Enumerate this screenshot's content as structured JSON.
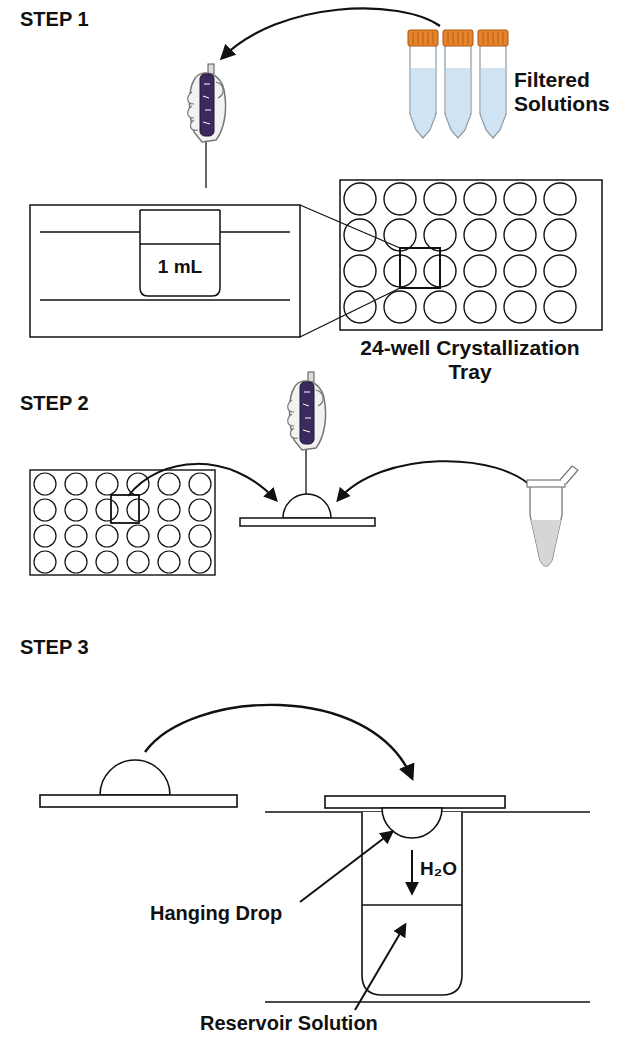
{
  "diagram": {
    "labels": [
      "STEP 1",
      "Filtered Solutions",
      "1 mL",
      "24-well Crystallization Tray",
      "STEP 2",
      "STEP 3",
      "H₂O",
      "Hanging Drop",
      "Reservoir Solution"
    ]
  }
}
